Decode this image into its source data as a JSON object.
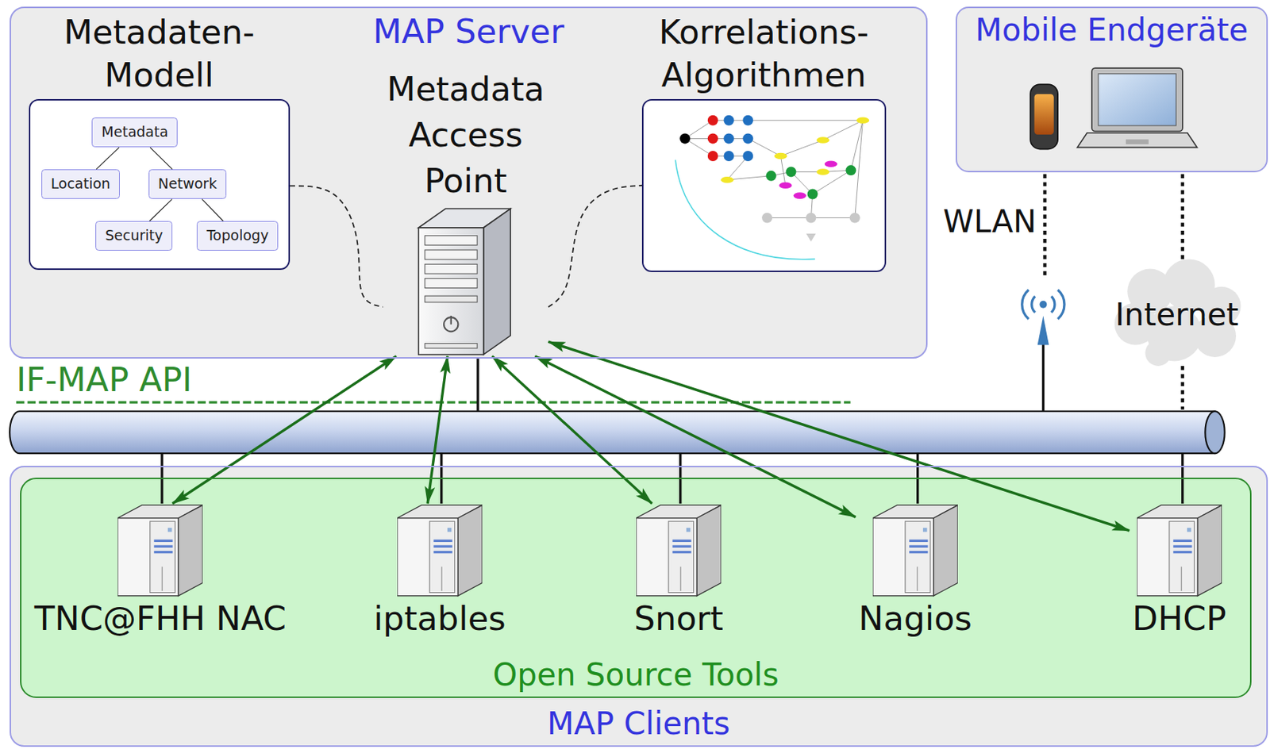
{
  "diagram": {
    "nodes": [
      {
        "text": [
          "MAP Server"
        ]
      },
      {
        "text": [
          "Metadaten- Modell"
        ],
        "in": 0
      },
      {
        "text": [
          "Metadata"
        ],
        "in": 1
      },
      {
        "text": [
          "Location"
        ],
        "in": 1
      },
      {
        "text": [
          "Network"
        ],
        "in": 1
      },
      {
        "text": [
          "Security"
        ],
        "in": 1
      },
      {
        "text": [
          "Topology"
        ],
        "in": 1
      },
      {
        "text": [
          "Metadata Access Point"
        ],
        "in": 0
      },
      {
        "text": [
          "Korrelations- Algorithmen"
        ],
        "in": 0
      },
      {
        "text": [
          "Mobile Endgeräte"
        ]
      },
      {
        "text": [
          "MAP Clients"
        ]
      },
      {
        "text": [
          "Open Source Tools"
        ],
        "in": 10
      },
      {
        "text": [
          "TNC@FHH NAC"
        ],
        "in": 11
      },
      {
        "text": [
          "iptables"
        ],
        "in": 11
      },
      {
        "text": [
          "Snort"
        ],
        "in": 11
      },
      {
        "text": [
          "Nagios"
        ],
        "in": 11
      },
      {
        "text": [
          "DHCP"
        ],
        "in": 11
      }
    ],
    "edges": [
      {
        "from": 2,
        "to": 3,
        "arrow": "none"
      },
      {
        "from": 2,
        "to": 4,
        "arrow": "none"
      },
      {
        "from": 4,
        "to": 5,
        "arrow": "none"
      },
      {
        "from": 4,
        "to": 6,
        "arrow": "none"
      },
      {
        "from": 1,
        "to": 7,
        "arrow": "none"
      },
      {
        "from": 7,
        "to": 8,
        "arrow": "none"
      },
      {
        "from": 7,
        "to": 12,
        "arrow": "both"
      },
      {
        "from": 7,
        "to": 13,
        "arrow": "both"
      },
      {
        "from": 7,
        "to": 14,
        "arrow": "both"
      },
      {
        "from": 7,
        "to": 15,
        "arrow": "both"
      },
      {
        "from": 7,
        "to": 16,
        "arrow": "both"
      }
    ],
    "labels": [
      "IF-MAP API",
      "WLAN",
      "Internet"
    ]
  }
}
